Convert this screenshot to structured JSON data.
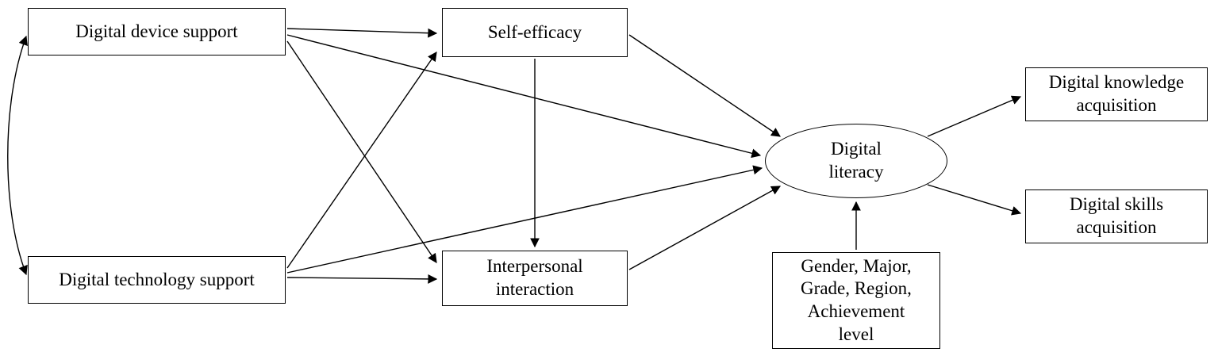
{
  "diagram": {
    "type": "path-model",
    "colors": {
      "stroke": "#000000",
      "background": "#ffffff",
      "text": "#000000"
    },
    "nodes": {
      "digital_device_support": {
        "label": "Digital device support",
        "shape": "rect"
      },
      "digital_technology_support": {
        "label": "Digital technology support",
        "shape": "rect"
      },
      "self_efficacy": {
        "label": "Self-efficacy",
        "shape": "rect"
      },
      "interpersonal_interaction": {
        "label": "Interpersonal\ninteraction",
        "shape": "rect"
      },
      "digital_literacy": {
        "label": "Digital\nliteracy",
        "shape": "ellipse"
      },
      "digital_knowledge_acquisition": {
        "label": "Digital knowledge\nacquisition",
        "shape": "rect"
      },
      "digital_skills_acquisition": {
        "label": "Digital skills\nacquisition",
        "shape": "rect"
      },
      "covariates": {
        "label": "Gender, Major,\nGrade, Region,\nAchievement\nlevel",
        "shape": "rect"
      }
    },
    "edges": [
      {
        "from": "digital_device_support",
        "to": "digital_technology_support",
        "style": "bidirectional-curve"
      },
      {
        "from": "digital_device_support",
        "to": "self_efficacy",
        "style": "arrow"
      },
      {
        "from": "digital_device_support",
        "to": "interpersonal_interaction",
        "style": "arrow"
      },
      {
        "from": "digital_device_support",
        "to": "digital_literacy",
        "style": "arrow"
      },
      {
        "from": "digital_technology_support",
        "to": "self_efficacy",
        "style": "arrow"
      },
      {
        "from": "digital_technology_support",
        "to": "interpersonal_interaction",
        "style": "arrow"
      },
      {
        "from": "digital_technology_support",
        "to": "digital_literacy",
        "style": "arrow"
      },
      {
        "from": "self_efficacy",
        "to": "interpersonal_interaction",
        "style": "arrow"
      },
      {
        "from": "self_efficacy",
        "to": "digital_literacy",
        "style": "arrow"
      },
      {
        "from": "interpersonal_interaction",
        "to": "digital_literacy",
        "style": "arrow"
      },
      {
        "from": "covariates",
        "to": "digital_literacy",
        "style": "arrow"
      },
      {
        "from": "digital_literacy",
        "to": "digital_knowledge_acquisition",
        "style": "arrow"
      },
      {
        "from": "digital_literacy",
        "to": "digital_skills_acquisition",
        "style": "arrow"
      }
    ]
  }
}
